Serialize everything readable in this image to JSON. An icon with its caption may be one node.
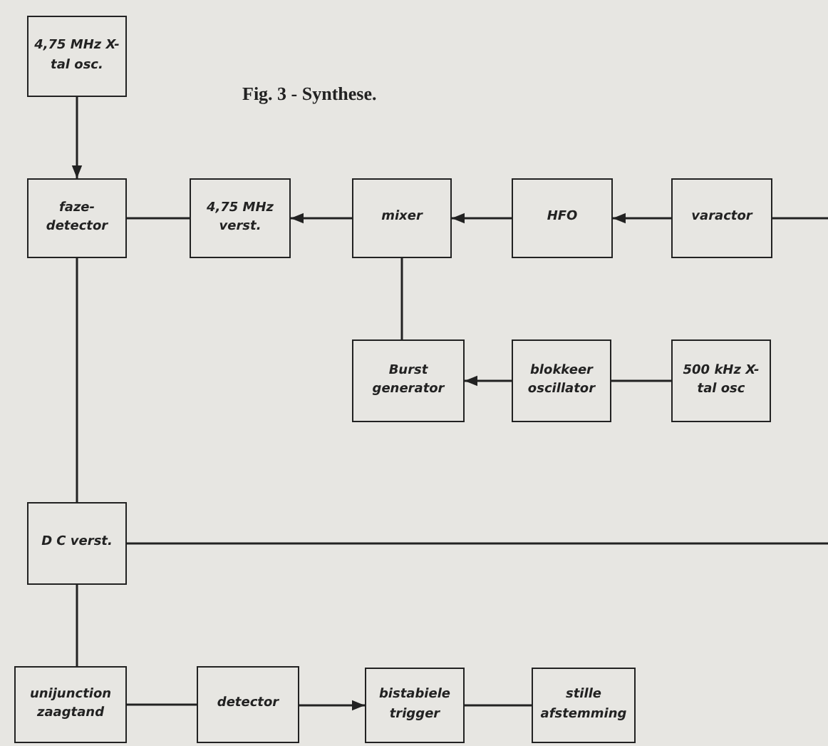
{
  "diagram": {
    "caption": "Fig. 3 - Synthese.",
    "nodes": [
      {
        "text": [
          "4,75 MHz X-tal osc."
        ]
      },
      {
        "text": [
          "faze- detector"
        ]
      },
      {
        "text": [
          "4,75 MHz verst."
        ]
      },
      {
        "text": [
          "mixer"
        ]
      },
      {
        "text": [
          "HFO"
        ]
      },
      {
        "text": [
          "varactor"
        ]
      },
      {
        "text": [
          "Burst generator"
        ]
      },
      {
        "text": [
          "blokkeer oscillator"
        ]
      },
      {
        "text": [
          "500 kHz X-tal osc"
        ]
      },
      {
        "text": [
          "D C verst."
        ]
      },
      {
        "text": [
          "unijunction zaagtand"
        ]
      },
      {
        "text": [
          "detector"
        ]
      },
      {
        "text": [
          "bistabiele trigger"
        ]
      },
      {
        "text": [
          "stille afstemming"
        ]
      }
    ],
    "edges": [
      {
        "from": 0,
        "to": 1,
        "arrow": "to"
      },
      {
        "from": 2,
        "to": 1,
        "arrow": "none"
      },
      {
        "from": 3,
        "to": 2,
        "arrow": "to"
      },
      {
        "from": 4,
        "to": 3,
        "arrow": "to"
      },
      {
        "from": 5,
        "to": 4,
        "arrow": "to"
      },
      {
        "from": null,
        "to": 5,
        "arrow": "none"
      },
      {
        "from": 6,
        "to": 3,
        "arrow": "none"
      },
      {
        "from": 7,
        "to": 6,
        "arrow": "to"
      },
      {
        "from": 8,
        "to": 7,
        "arrow": "none"
      },
      {
        "from": 1,
        "to": 9,
        "arrow": "none"
      },
      {
        "from": 9,
        "to": null,
        "arrow": "none"
      },
      {
        "from": 9,
        "to": 10,
        "arrow": "none"
      },
      {
        "from": 10,
        "to": 11,
        "arrow": "none"
      },
      {
        "from": 11,
        "to": 12,
        "arrow": "to"
      },
      {
        "from": 12,
        "to": 13,
        "arrow": "none"
      }
    ]
  }
}
